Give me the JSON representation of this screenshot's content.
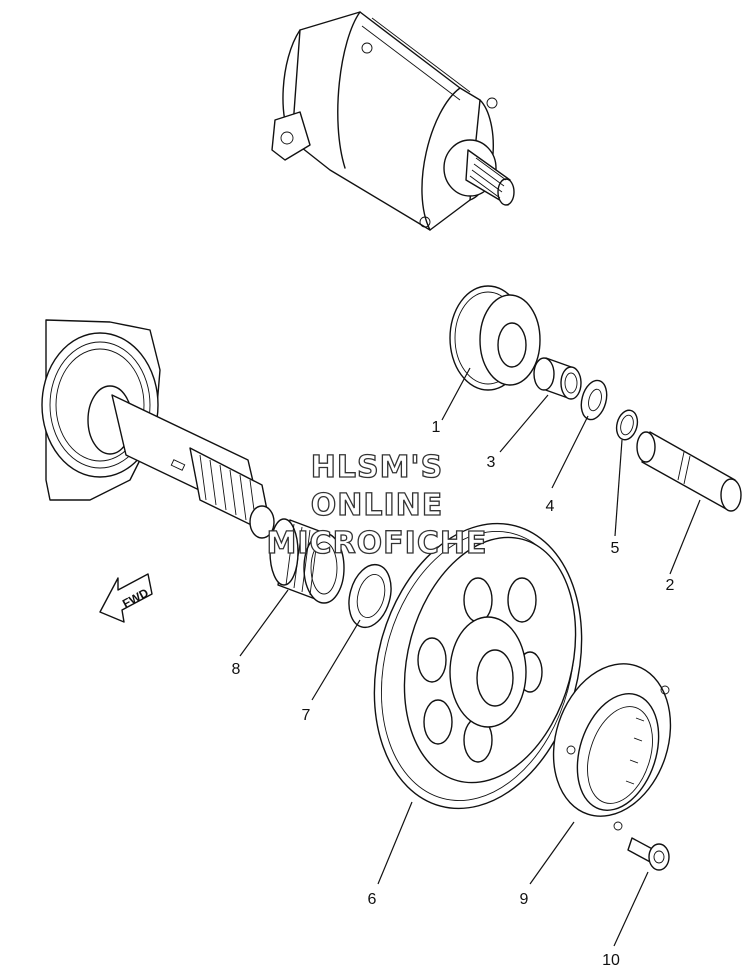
{
  "diagram": {
    "watermark": {
      "line1": "HLSM'S",
      "line2": "ONLINE",
      "line3": "MICROFICHE"
    },
    "direction_label": "FWD",
    "callouts": [
      {
        "id": "1",
        "label": "1"
      },
      {
        "id": "2",
        "label": "2"
      },
      {
        "id": "3",
        "label": "3"
      },
      {
        "id": "4",
        "label": "4"
      },
      {
        "id": "5",
        "label": "5"
      },
      {
        "id": "6",
        "label": "6"
      },
      {
        "id": "7",
        "label": "7"
      },
      {
        "id": "8",
        "label": "8"
      },
      {
        "id": "9",
        "label": "9"
      },
      {
        "id": "10",
        "label": "10"
      }
    ]
  }
}
